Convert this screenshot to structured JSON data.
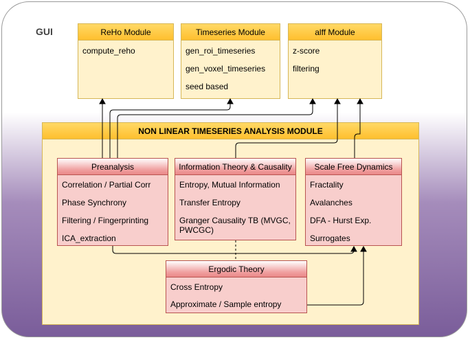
{
  "gui": {
    "label": "GUI"
  },
  "modules": {
    "reho": {
      "title": "ReHo Module",
      "items": [
        "compute_reho"
      ]
    },
    "timeseries": {
      "title": "Timeseries Module",
      "items": [
        "gen_roi_timeseries",
        "gen_voxel_timeseries",
        "seed based"
      ]
    },
    "alff": {
      "title": "alff Module",
      "items": [
        "z-score",
        "filtering"
      ]
    }
  },
  "ntam": {
    "title": "NON LINEAR TIMESERIES ANALYSIS MODULE",
    "preanalysis": {
      "title": "Preanalysis",
      "items": [
        "Correlation / Partial Corr",
        "Phase Synchrony",
        "Filtering / Fingerprinting",
        "ICA_extraction"
      ]
    },
    "info": {
      "title": "Information Theory & Causality",
      "items": [
        "Entropy, Mutual Information",
        "Transfer Entropy",
        "Granger Causality TB (MVGC, PWCGC)"
      ]
    },
    "scale": {
      "title": "Scale Free Dynamics",
      "items": [
        "Fractality",
        "Avalanches",
        "DFA - Hurst Exp.",
        "Surrogates"
      ]
    },
    "ergodic": {
      "title": "Ergodic Theory",
      "items": [
        "Cross Entropy",
        "Approximate / Sample entropy"
      ]
    }
  }
}
